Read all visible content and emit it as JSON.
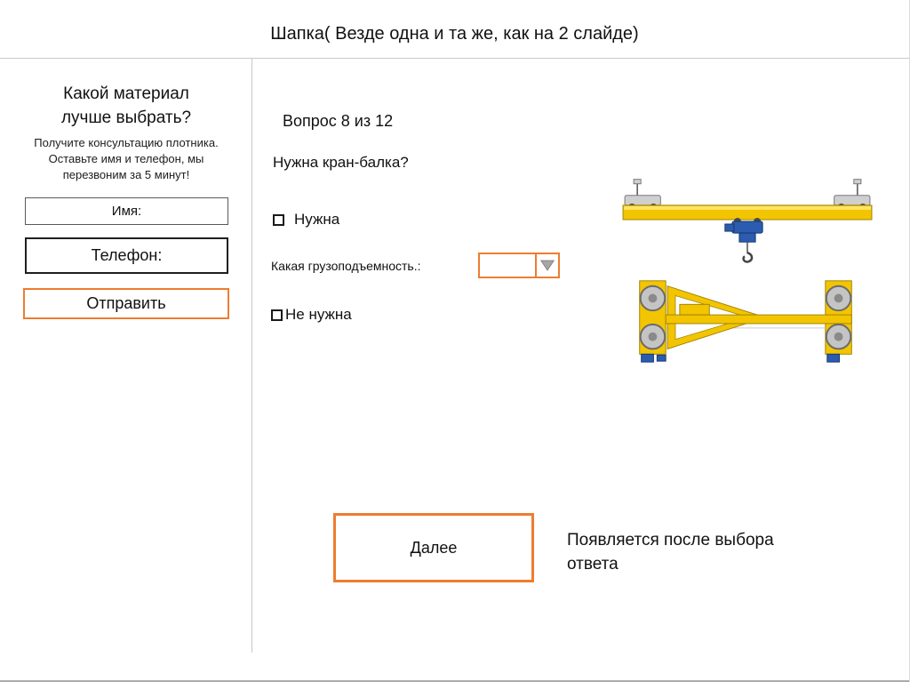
{
  "colors": {
    "accent": "#ED7D31",
    "divider": "#C9C9C9",
    "crane_yellow": "#F2C500",
    "crane_blue": "#2B5CB0"
  },
  "header": {
    "title": "Шапка( Везде одна и та же, как на 2 слайде)"
  },
  "sidebar": {
    "title": "Какой материал лучше выбрать?",
    "subtitle": "Получите консультацию плотника. Оставьте имя и телефон, мы перезвоним за 5 минут!",
    "name_field": {
      "label": "Имя:"
    },
    "phone_field": {
      "label": "Телефон:"
    },
    "submit_label": "Отправить"
  },
  "quiz": {
    "progress": "Вопрос 8 из 12",
    "question": "Нужна кран-балка?",
    "options": [
      {
        "label": "Нужна"
      },
      {
        "label": "Не нужна"
      }
    ],
    "capacity": {
      "label": "Какая грузоподъемность.:",
      "value": ""
    },
    "next_label": "Далее",
    "note": "Появляется после выбора ответа"
  },
  "images": {
    "top": "overhead-crane-beam-side-view",
    "bottom": "crane-end-truck-view"
  }
}
